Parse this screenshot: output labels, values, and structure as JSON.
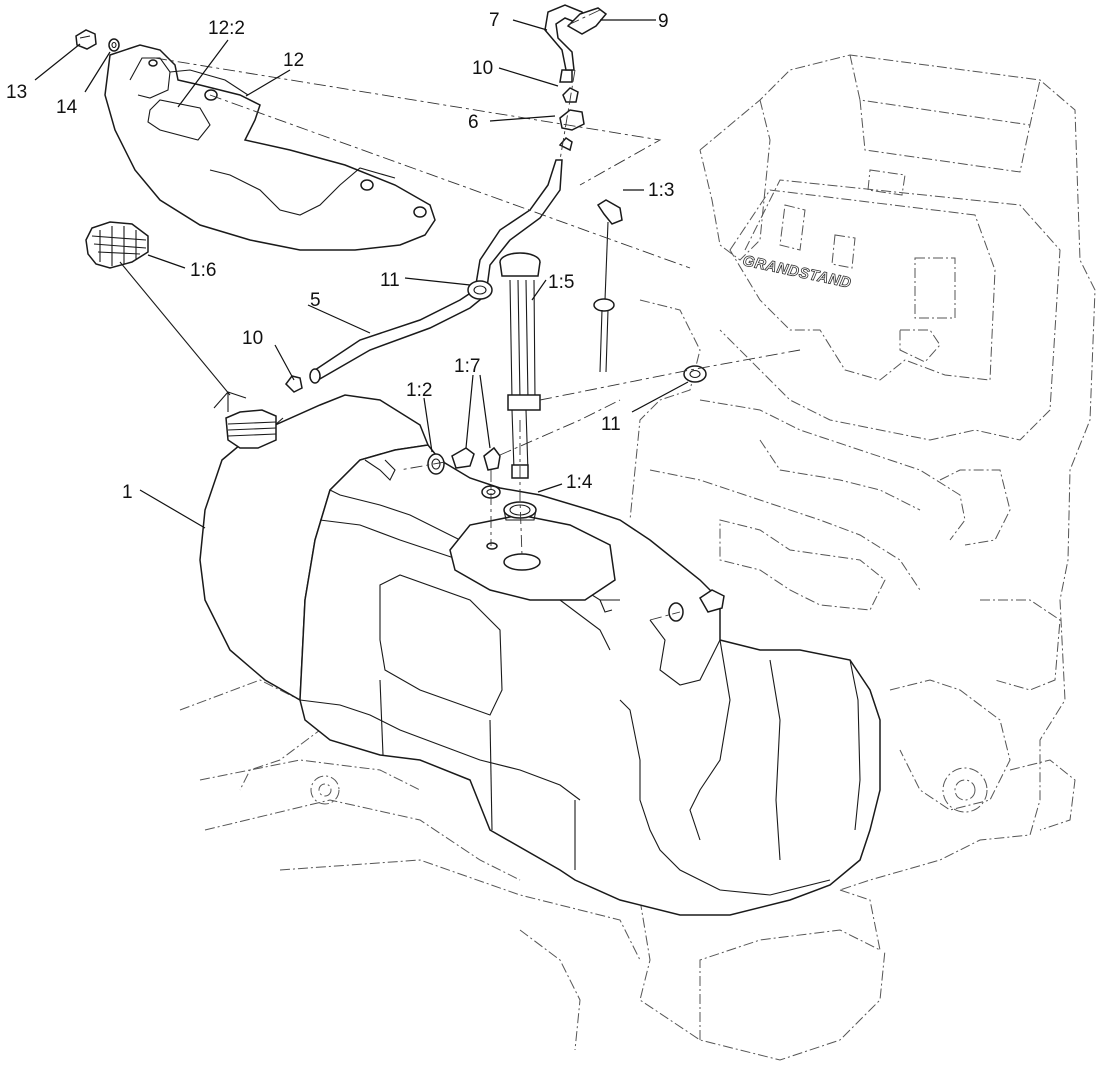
{
  "diagram": {
    "brand_text": "GRANDSTAND",
    "callouts": [
      {
        "id": "c-1",
        "text": "1"
      },
      {
        "id": "c-1-2",
        "text": "1:2"
      },
      {
        "id": "c-1-3",
        "text": "1:3"
      },
      {
        "id": "c-1-4",
        "text": "1:4"
      },
      {
        "id": "c-1-5",
        "text": "1:5"
      },
      {
        "id": "c-1-6",
        "text": "1:6"
      },
      {
        "id": "c-1-7",
        "text": "1:7"
      },
      {
        "id": "c-5",
        "text": "5"
      },
      {
        "id": "c-6",
        "text": "6"
      },
      {
        "id": "c-7",
        "text": "7"
      },
      {
        "id": "c-9",
        "text": "9"
      },
      {
        "id": "c-10a",
        "text": "10"
      },
      {
        "id": "c-10b",
        "text": "10"
      },
      {
        "id": "c-11a",
        "text": "11"
      },
      {
        "id": "c-11b",
        "text": "11"
      },
      {
        "id": "c-12",
        "text": "12"
      },
      {
        "id": "c-12-2",
        "text": "12:2"
      },
      {
        "id": "c-13",
        "text": "13"
      },
      {
        "id": "c-14",
        "text": "14"
      }
    ]
  }
}
